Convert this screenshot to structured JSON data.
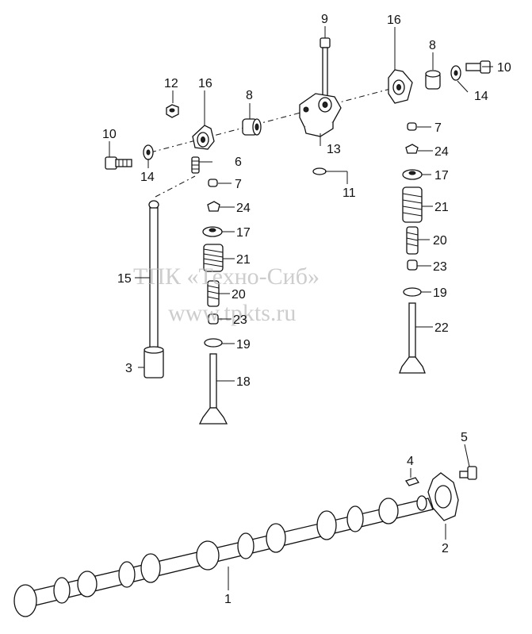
{
  "watermark": {
    "line1": "ТПК «Техно-Сиб»",
    "line2": "www.tpkts.ru"
  },
  "callouts": {
    "n1": "1",
    "n2": "2",
    "n3": "3",
    "n4": "4",
    "n5": "5",
    "n6": "6",
    "n7a": "7",
    "n7b": "7",
    "n8a": "8",
    "n8b": "8",
    "n9": "9",
    "n10a": "10",
    "n10b": "10",
    "n11": "11",
    "n12": "12",
    "n13": "13",
    "n14a": "14",
    "n14b": "14",
    "n15": "15",
    "n16a": "16",
    "n16b": "16",
    "n17a": "17",
    "n17b": "17",
    "n18": "18",
    "n19a": "19",
    "n19b": "19",
    "n20a": "20",
    "n20b": "20",
    "n21a": "21",
    "n21b": "21",
    "n22": "22",
    "n23a": "23",
    "n23b": "23",
    "n24a": "24",
    "n24b": "24"
  }
}
